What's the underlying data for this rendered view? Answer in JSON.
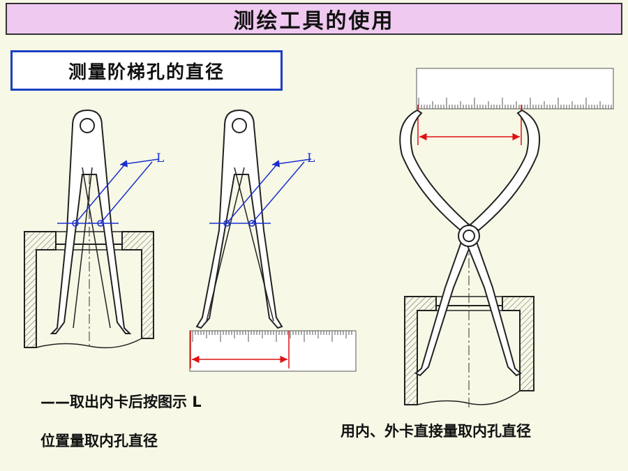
{
  "title": "测绘工具的使用",
  "subtitle": "测量阶梯孔的直径",
  "label_L": "L",
  "captions": {
    "left_line1": "——取出内卡后按图示 L",
    "left_line2": "位置量取内孔直径",
    "right": "用内、外卡直接量取内孔直径"
  },
  "colors": {
    "title_bg": "#efc9f0",
    "sub_border": "#1a3fc2",
    "dimension_blue": "#1a2fd0",
    "dimension_red": "#e01010"
  }
}
